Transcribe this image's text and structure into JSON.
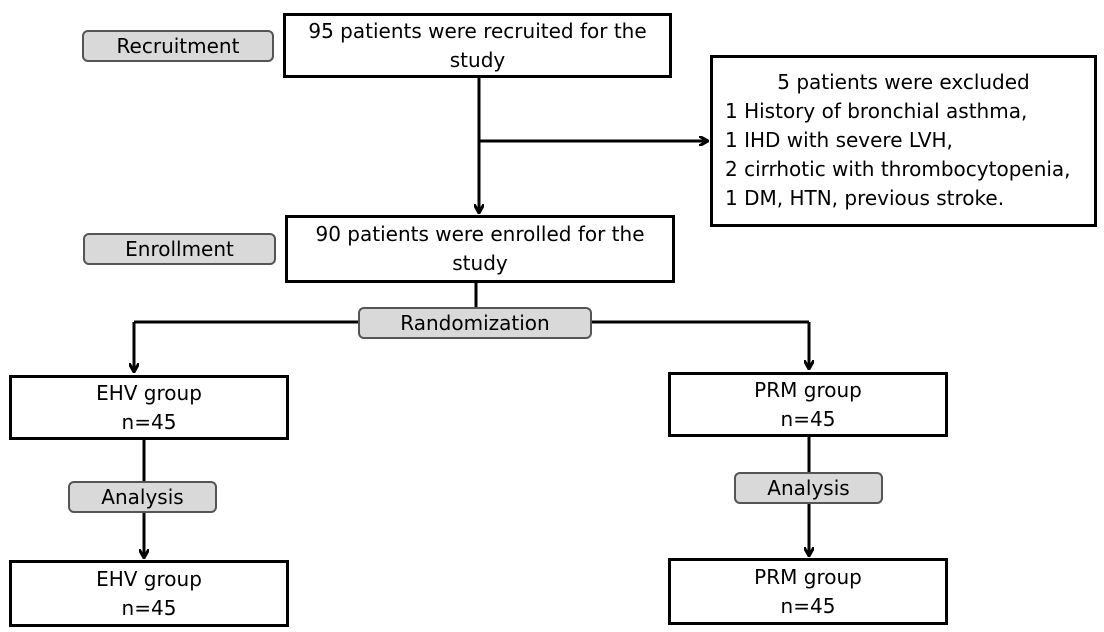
{
  "stages": {
    "recruitment": "Recruitment",
    "enrollment": "Enrollment",
    "randomization": "Randomization",
    "analysis_left": "Analysis",
    "analysis_right": "Analysis"
  },
  "recruited": {
    "line1": "95 patients were recruited for the",
    "line2": "study"
  },
  "excluded": {
    "title": "5 patients were excluded",
    "items": [
      "1 History of bronchial asthma,",
      "1 IHD with severe LVH,",
      "2 cirrhotic with thrombocytopenia,",
      "1 DM, HTN, previous stroke."
    ]
  },
  "enrolled": {
    "line1": "90 patients were enrolled for the",
    "line2": "study"
  },
  "groups": {
    "ehv_alloc": {
      "name": "EHV group",
      "n": "n=45"
    },
    "prm_alloc": {
      "name": "PRM group",
      "n": "n=45"
    },
    "ehv_analysis": {
      "name": "EHV group",
      "n": "n=45"
    },
    "prm_analysis": {
      "name": "PRM group",
      "n": "n=45"
    }
  }
}
